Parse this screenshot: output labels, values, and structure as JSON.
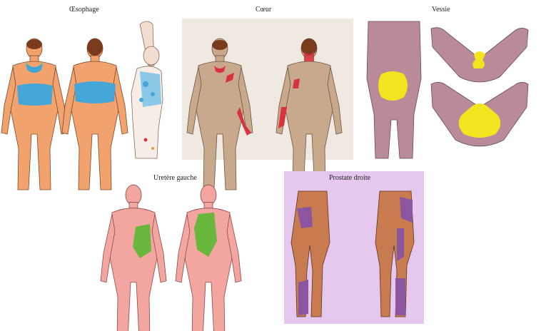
{
  "panels": {
    "oesophage": {
      "title": "Œsophage"
    },
    "coeur": {
      "title": "Cœur"
    },
    "vessie": {
      "title": "Vessie"
    },
    "uretere": {
      "title": "Uretère gauche"
    },
    "prostate": {
      "title": "Prostate droite"
    }
  },
  "colors": {
    "skin_orange": "#f2a26c",
    "skin_tan": "#c9a98b",
    "skin_pink": "#f3a6a0",
    "skin_brown": "#c77b4e",
    "mauve_bg": "#b98a9a",
    "lilac_bg": "#e6c8ee",
    "blue_zone": "#46a6d8",
    "red_zone": "#d8333d",
    "yellow_zone": "#f2e51f",
    "green_zone": "#69b83d",
    "purple_zone": "#8c55a0",
    "hair": "#7a3a1e"
  }
}
